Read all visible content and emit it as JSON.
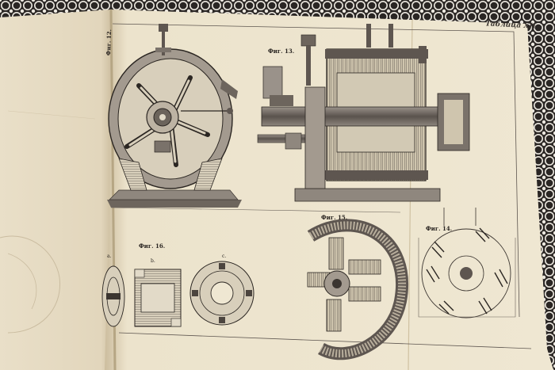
{
  "plate": {
    "title": "Таблица XII",
    "figures": [
      {
        "key": "fig12",
        "label": "Фиг. 12."
      },
      {
        "key": "fig13",
        "label": "Фиг. 13."
      },
      {
        "key": "fig14",
        "label": "Фиг. 14."
      },
      {
        "key": "fig15",
        "label": "Фиг. 15."
      },
      {
        "key": "fig16",
        "label": "Фиг. 16."
      }
    ],
    "sublabels": [
      "a.",
      "b.",
      "c."
    ]
  },
  "colors": {
    "paper": "#efe6d0",
    "paper_shadow": "#d9ccb0",
    "ink": "#2b2622",
    "lace": "#ece8e0",
    "background": "#2a2624"
  }
}
